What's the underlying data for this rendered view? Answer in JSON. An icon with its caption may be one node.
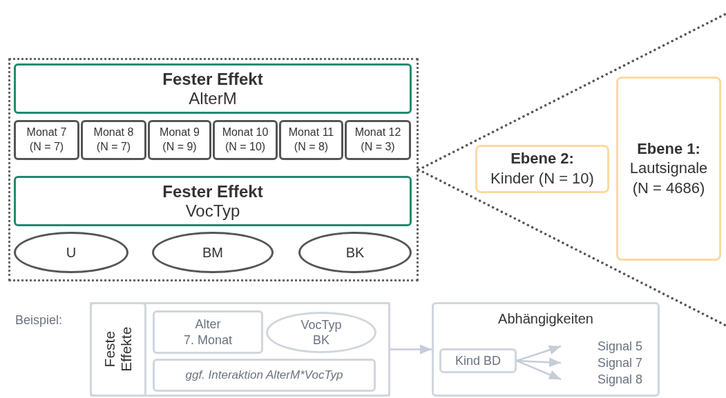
{
  "diagram": {
    "nodes": [
      {
        "text": [],
        "shape": "box"
      },
      {
        "text": [
          "Fester Effekt",
          "AlterM"
        ],
        "in": 0
      },
      {
        "text": [
          "Monat 7",
          "(N = 7)"
        ],
        "in": 0
      },
      {
        "text": [
          "Monat 8",
          "(N = 7)"
        ],
        "in": 0
      },
      {
        "text": [
          "Monat 9",
          "(N = 9)"
        ],
        "in": 0
      },
      {
        "text": [
          "Monat 10",
          "(N = 10)"
        ],
        "in": 0
      },
      {
        "text": [
          "Monat 11",
          "(N = 8)"
        ],
        "in": 0
      },
      {
        "text": [
          "Monat 12",
          "(N = 3)"
        ],
        "in": 0
      },
      {
        "text": [
          "Fester Effekt",
          "VocTyp"
        ],
        "in": 0
      },
      {
        "text": [
          "U"
        ],
        "in": 0
      },
      {
        "text": [
          "BM"
        ],
        "in": 0
      },
      {
        "text": [
          "BK"
        ],
        "in": 0
      },
      {
        "text": [
          "Ebene 2:",
          "Kinder (N = 10)"
        ]
      },
      {
        "text": [
          "Ebene 1:",
          "Lautsignale (N = 4686)"
        ]
      },
      {
        "text": [],
        "shape": "box"
      },
      {
        "text": [
          "Feste Effekte"
        ],
        "in": 14
      },
      {
        "text": [
          "Alter",
          "7. Monat"
        ],
        "in": 14
      },
      {
        "text": [
          "VocTyp",
          "BK"
        ],
        "in": 14
      },
      {
        "text": [
          "ggf. Interaktion AlterM*VocTyp"
        ],
        "in": 14
      },
      {
        "text": [
          "Abhängigkeiten"
        ]
      },
      {
        "text": [
          "Kind BD"
        ],
        "in": 19
      },
      {
        "text": [
          "Signal 5"
        ],
        "in": 19
      },
      {
        "text": [
          "Signal 7"
        ],
        "in": 19
      },
      {
        "text": [
          "Signal 8"
        ],
        "in": 19
      }
    ],
    "edges": [
      {
        "from": 0,
        "to": null,
        "arrow": "none",
        "style": "dashed",
        "color": "#555555"
      },
      {
        "from": 0,
        "to": null,
        "arrow": "none",
        "style": "dashed",
        "color": "#555555"
      },
      {
        "from": 14,
        "to": 19,
        "arrow": "to"
      },
      {
        "from": 20,
        "to": 21,
        "arrow": "to"
      },
      {
        "from": 20,
        "to": 22,
        "arrow": "to"
      },
      {
        "from": 20,
        "to": 23,
        "arrow": "to"
      }
    ],
    "labels": [
      "Beispiel:"
    ]
  }
}
